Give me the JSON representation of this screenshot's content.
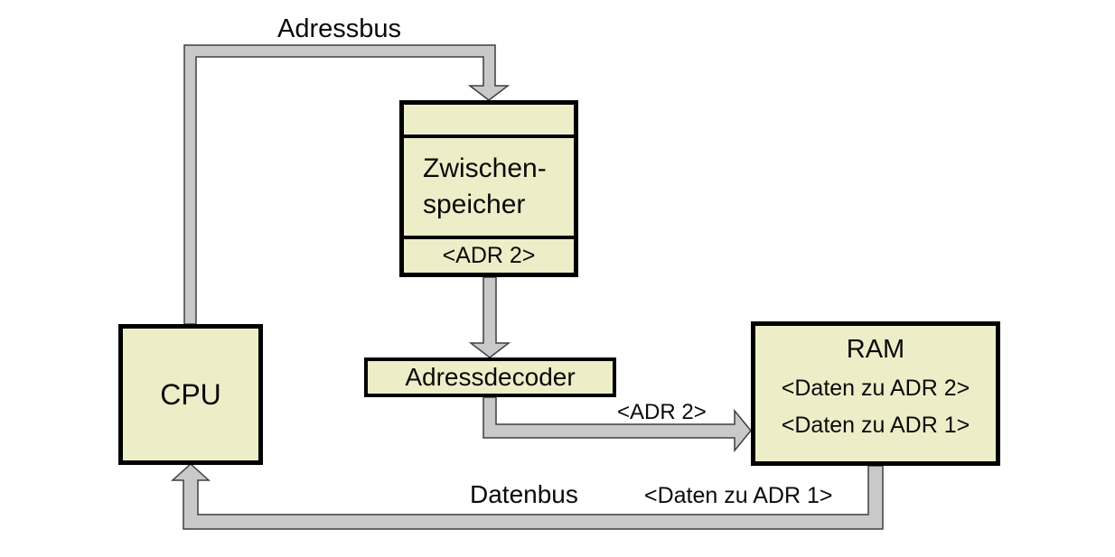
{
  "diagram": {
    "colors": {
      "background": "#ffffff",
      "box_fill": "#ededc8",
      "box_border": "#000000",
      "bus_fill": "#c9c9c9",
      "bus_outline": "#3f3f3f",
      "text": "#0a0a0a"
    },
    "nodes": {
      "cpu": {
        "label": "CPU"
      },
      "buffer": {
        "label_line1": "Zwischen-",
        "label_line2": "speicher",
        "value": "<ADR 2>"
      },
      "decoder": {
        "label": "Adressdecoder"
      },
      "ram": {
        "title": "RAM",
        "line1": "<Daten zu ADR 2>",
        "line2": "<Daten zu ADR 1>"
      }
    },
    "buses": {
      "adressbus": {
        "label": "Adressbus"
      },
      "datenbus": {
        "label": "Datenbus",
        "payload_label": "<Daten zu ADR 1>"
      },
      "decoder_to_ram": {
        "payload_label": "<ADR 2>"
      }
    }
  }
}
